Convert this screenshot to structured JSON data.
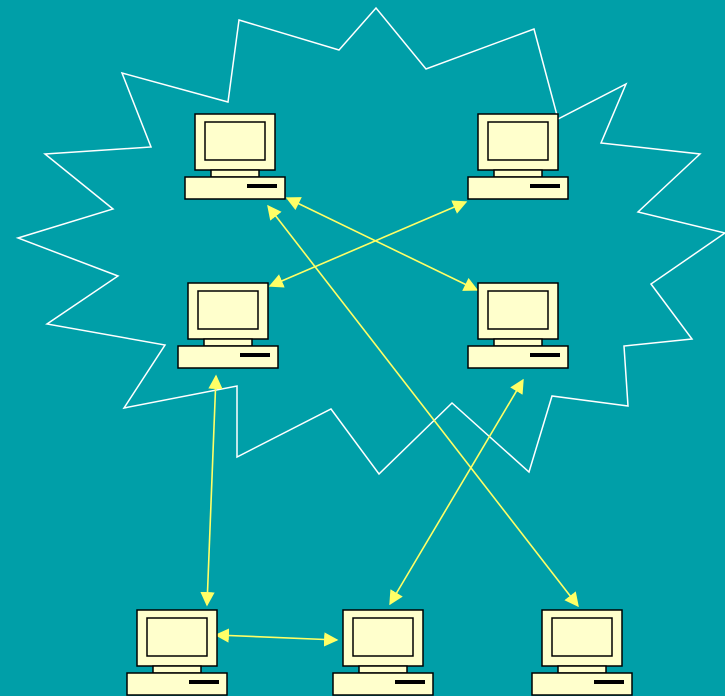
{
  "colors": {
    "background": "#009fa8",
    "cloud_outline": "#ffffff",
    "computer_fill": "#ffffcc",
    "computer_outline": "#000000",
    "link": "#ffff66"
  },
  "icons": {
    "computer": "desktop-computer-icon",
    "cloud": "starburst-network-cloud"
  },
  "computers": [
    {
      "id": "pc-cloud-top-left",
      "group": "inside-cloud"
    },
    {
      "id": "pc-cloud-top-right",
      "group": "inside-cloud"
    },
    {
      "id": "pc-cloud-mid-left",
      "group": "inside-cloud"
    },
    {
      "id": "pc-cloud-mid-right",
      "group": "inside-cloud"
    },
    {
      "id": "pc-bottom-left",
      "group": "outside-cloud"
    },
    {
      "id": "pc-bottom-center",
      "group": "outside-cloud"
    },
    {
      "id": "pc-bottom-right",
      "group": "outside-cloud"
    }
  ],
  "links": [
    {
      "from": "pc-cloud-top-left",
      "to": "pc-cloud-mid-right",
      "bidirectional": true
    },
    {
      "from": "pc-cloud-mid-left",
      "to": "pc-cloud-top-right",
      "bidirectional": true
    },
    {
      "from": "pc-cloud-top-left",
      "to": "pc-bottom-right",
      "bidirectional": true
    },
    {
      "from": "pc-cloud-mid-left",
      "to": "pc-bottom-left",
      "bidirectional": true
    },
    {
      "from": "pc-cloud-mid-right",
      "to": "pc-bottom-center",
      "bidirectional": true
    },
    {
      "from": "pc-bottom-left",
      "to": "pc-bottom-center",
      "bidirectional": true
    }
  ]
}
